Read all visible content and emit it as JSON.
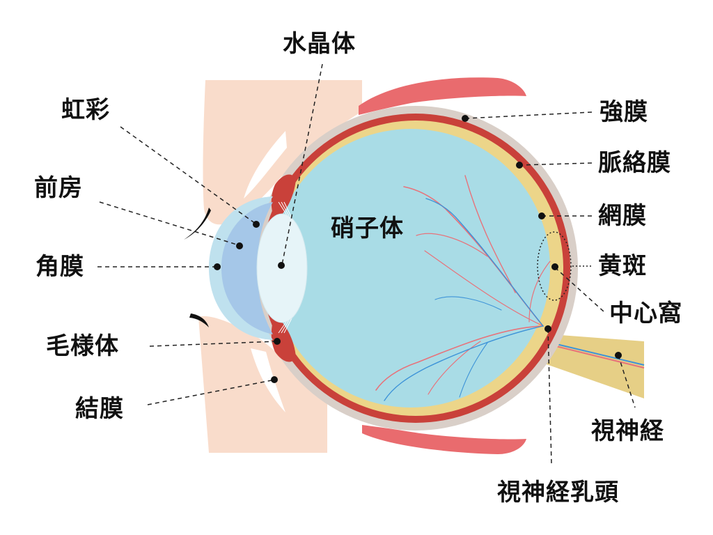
{
  "labels": {
    "lens": "水晶体",
    "iris": "虹彩",
    "anterior_chamber": "前房",
    "cornea": "角膜",
    "ciliary_body": "毛様体",
    "conjunctiva": "結膜",
    "vitreous": "硝子体",
    "sclera": "強膜",
    "choroid": "脈絡膜",
    "retina": "網膜",
    "macula": "黄斑",
    "fovea": "中心窩",
    "optic_nerve": "視神経",
    "optic_disc": "視神経乳頭"
  },
  "colors": {
    "eyelid": "#f9dccb",
    "vitreous": "#a9dce6",
    "sclera": "#d9cfc8",
    "choroid": "#c9413a",
    "retina": "#ecd589",
    "cornea": "#a5cfe6",
    "lens": "#e6f4f8",
    "muscle": "#e96b6e",
    "optic_nerve": "#e6cf86",
    "artery": "#e8727a",
    "vein": "#3d93d8"
  }
}
